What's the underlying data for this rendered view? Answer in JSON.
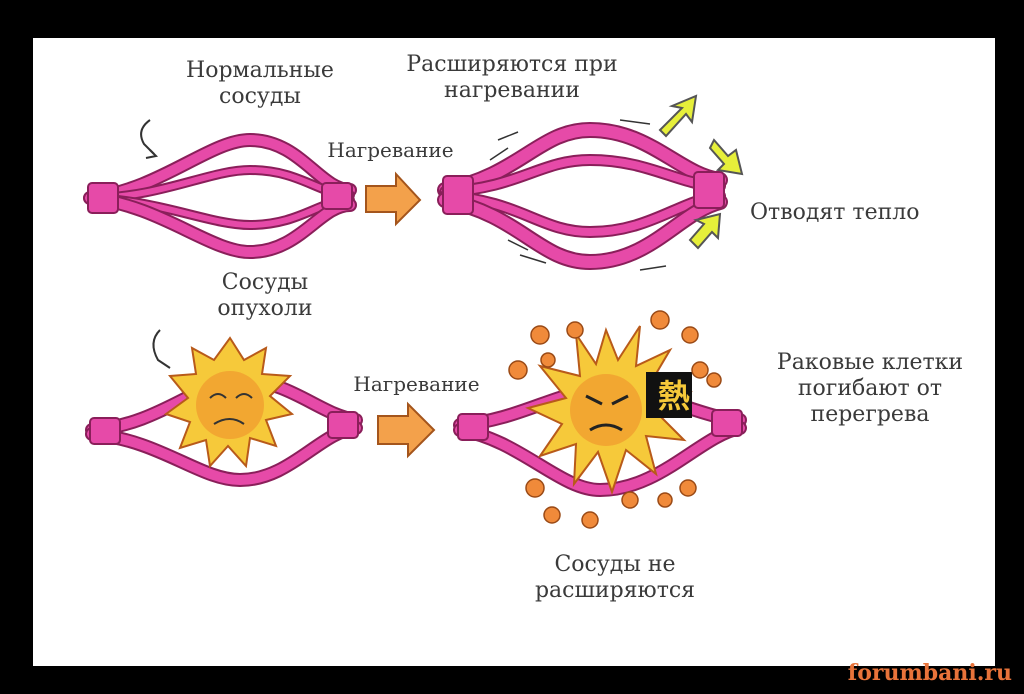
{
  "labels": {
    "normal_vessels": "Нормальные\nсосуды",
    "heating_top": "Нагревание",
    "expand_on_heating": "Расширяются при\nнагревании",
    "remove_heat": "Отводят тепло",
    "tumor_vessels": "Сосуды\nопухоли",
    "heating_bottom": "Нагревание",
    "cancer_cells_die": "Раковые клетки\nпогибают от\nперегрева",
    "vessels_not_expand": "Сосуды не\nрасширяются",
    "heat_kanji": "熱"
  },
  "watermark": "forumbani.ru",
  "colors": {
    "vessel": "#e64aa8",
    "vessel_outline": "#8a1f5a",
    "arrow_orange": "#f3a14b",
    "arrow_yellow": "#e6ef3a",
    "tumor_yellow": "#f6c93a",
    "tumor_orange": "#ee8a2a",
    "cell_orange": "#f08a3a"
  }
}
